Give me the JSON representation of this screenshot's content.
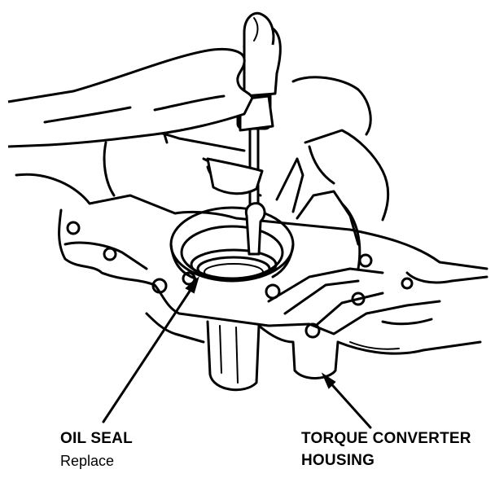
{
  "callouts": {
    "oil_seal": {
      "title": "OIL SEAL",
      "note": "Replace"
    },
    "torque_converter_housing": {
      "title_line1": "TORQUE CONVERTER",
      "title_line2": "HOUSING"
    }
  },
  "colors": {
    "ink": "#000000",
    "paper": "#ffffff"
  }
}
